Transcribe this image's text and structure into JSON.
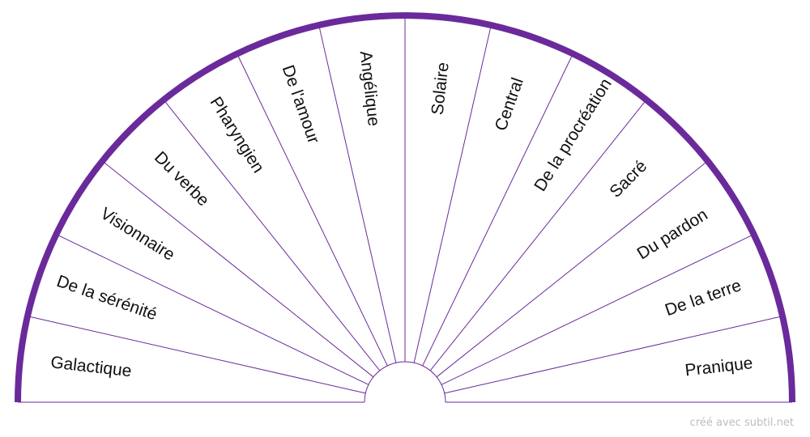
{
  "pendulum_chart": {
    "sectors": [
      "Galactique",
      "De la sérénité",
      "Visionnaire",
      "Du verbe",
      "Pharyngien",
      "De l'amour",
      "Angélique",
      "Solaire",
      "Central",
      "De la procréation",
      "Sacré",
      "Du pardon",
      "De la terre",
      "Pranique"
    ],
    "colors": {
      "rim": "#6a2a9b",
      "divider": "#6a2a9b",
      "text": "#111111",
      "credit": "#bdbdbd"
    }
  },
  "footer": {
    "credit": "créé avec subtil.net"
  }
}
